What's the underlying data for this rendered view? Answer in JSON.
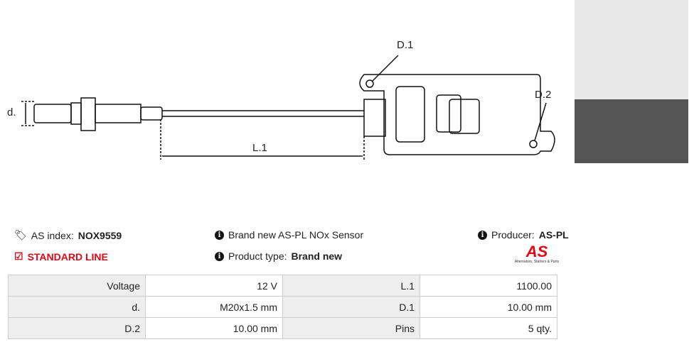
{
  "diagram": {
    "labels": {
      "d": "d.",
      "l1": "L.1",
      "d1": "D.1",
      "d2": "D.2"
    }
  },
  "info": {
    "as_index_label": "AS index:",
    "as_index_value": "NOX9559",
    "line": "STANDARD LINE",
    "description": "Brand new AS-PL NOx Sensor",
    "product_type_label": "Product type:",
    "product_type_value": "Brand new",
    "producer_label": "Producer:",
    "producer_value": "AS-PL",
    "logo_text": "AS",
    "logo_tagline": "Alternators, Starters & Parts"
  },
  "specs": [
    {
      "k1": "Voltage",
      "v1": "12 V",
      "k2": "L.1",
      "v2": "1100.00"
    },
    {
      "k1": "d.",
      "v1": "M20x1.5 mm",
      "k2": "D.1",
      "v2": "10.00 mm"
    },
    {
      "k1": "D.2",
      "v1": "10.00 mm",
      "k2": "Pins",
      "v2": "5 qty."
    }
  ]
}
